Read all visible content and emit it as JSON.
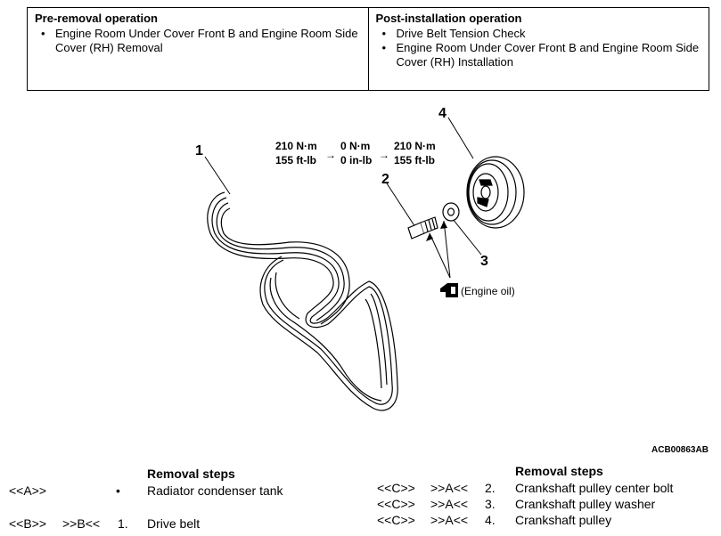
{
  "pre_removal": {
    "heading": "Pre-removal operation",
    "items": [
      "Engine Room Under Cover Front B and Engine Room Side Cover (RH) Removal"
    ]
  },
  "post_installation": {
    "heading": "Post-installation operation",
    "items": [
      "Drive Belt Tension Check",
      "Engine Room Under Cover Front B and Engine Room Side Cover (RH) Installation"
    ]
  },
  "diagram": {
    "callouts": [
      "1",
      "2",
      "3",
      "4"
    ],
    "torque": {
      "step1": [
        "210 N·m",
        "155 ft-lb"
      ],
      "step2": [
        "0 N·m",
        "0 in-lb"
      ],
      "step3": [
        "210 N·m",
        "155 ft-lb"
      ],
      "arrow": "→"
    },
    "engine_oil_label": "(Engine oil)",
    "figure_id": "ACB00863AB"
  },
  "removal_left": {
    "heading": "Removal steps",
    "rows": [
      {
        "service_a": "<<A>>",
        "service_b": "",
        "number": "•",
        "name": "Radiator condenser tank"
      },
      {
        "service_a": "<<B>>",
        "service_b": ">>B<<",
        "number": "1.",
        "name": "Drive belt"
      }
    ]
  },
  "removal_right": {
    "heading": "Removal steps",
    "rows": [
      {
        "service_a": "<<C>>",
        "service_b": ">>A<<",
        "number": "2.",
        "name": "Crankshaft pulley center bolt"
      },
      {
        "service_a": "<<C>>",
        "service_b": ">>A<<",
        "number": "3.",
        "name": "Crankshaft pulley washer"
      },
      {
        "service_a": "<<C>>",
        "service_b": ">>A<<",
        "number": "4.",
        "name": "Crankshaft pulley"
      }
    ]
  }
}
